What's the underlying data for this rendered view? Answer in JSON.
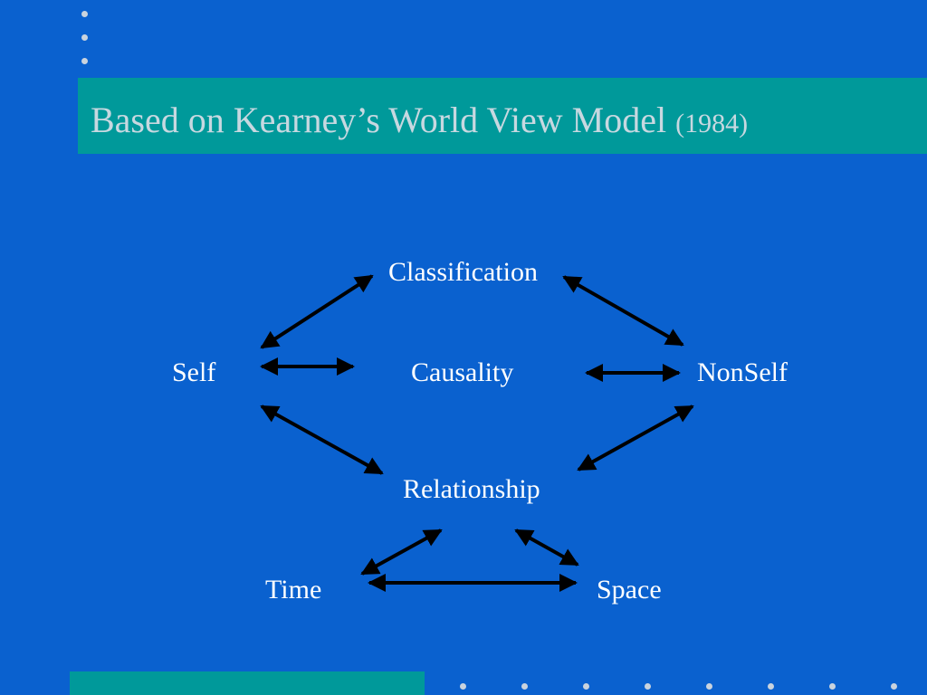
{
  "slide": {
    "title": "Based on Kearney’s World View Model",
    "title_year": "(1984)"
  },
  "diagram": {
    "nodes": {
      "classification": "Classification",
      "self": "Self",
      "causality": "Causality",
      "nonself": "NonSelf",
      "relationship": "Relationship",
      "time": "Time",
      "space": "Space"
    },
    "connections": [
      {
        "from": "Classification",
        "to": "Self",
        "type": "bidirectional"
      },
      {
        "from": "Classification",
        "to": "NonSelf",
        "type": "bidirectional"
      },
      {
        "from": "Self",
        "to": "Causality",
        "type": "bidirectional"
      },
      {
        "from": "Causality",
        "to": "NonSelf",
        "type": "bidirectional"
      },
      {
        "from": "Self",
        "to": "Relationship",
        "type": "bidirectional"
      },
      {
        "from": "NonSelf",
        "to": "Relationship",
        "type": "bidirectional"
      },
      {
        "from": "Relationship",
        "to": "Time",
        "type": "bidirectional"
      },
      {
        "from": "Relationship",
        "to": "Space",
        "type": "bidirectional"
      },
      {
        "from": "Time",
        "to": "Space",
        "type": "bidirectional"
      }
    ]
  },
  "colors": {
    "background": "#0a61cf",
    "accent_bar": "#00999a",
    "title_text": "#c7d8e0",
    "node_text": "#ffffff",
    "arrow": "#000000",
    "bullet_dot": "#c9d3de"
  }
}
